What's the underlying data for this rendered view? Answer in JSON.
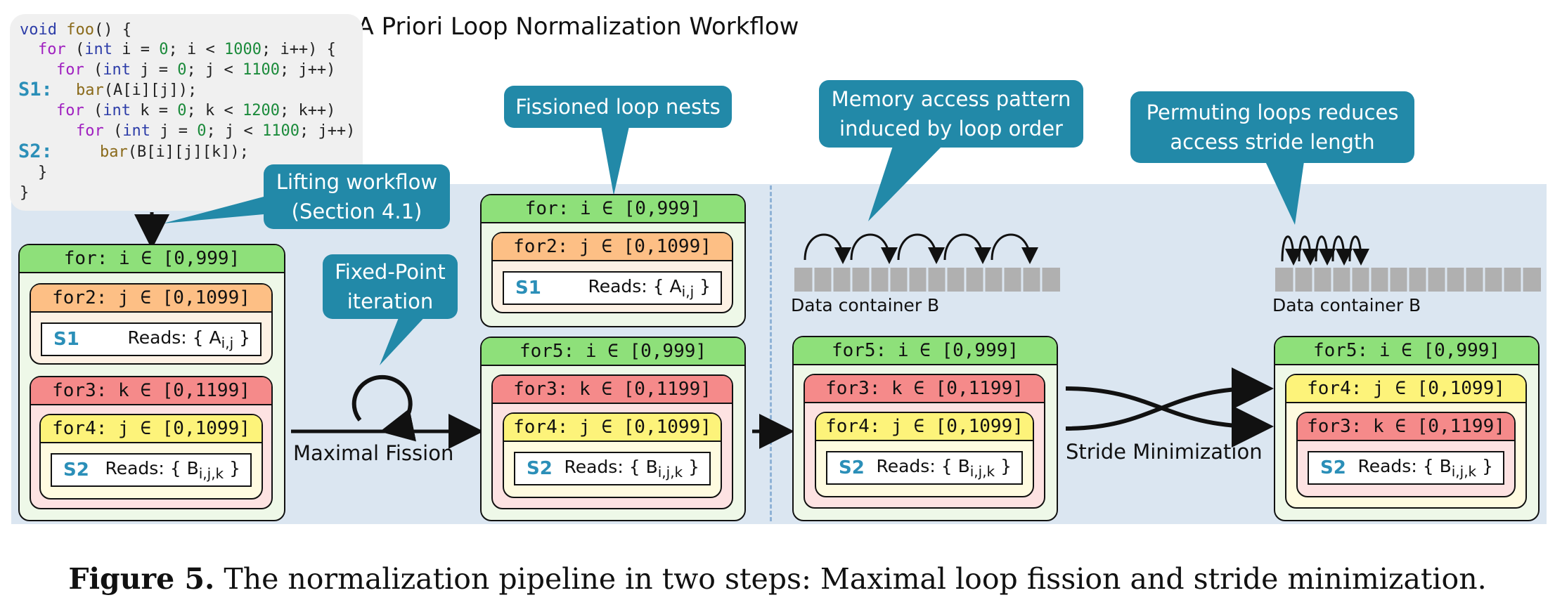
{
  "title": "A Priori Loop Normalization Workflow",
  "code": {
    "lines": [
      {
        "indent": 0,
        "text": "void foo() {"
      },
      {
        "indent": 1,
        "text": "for (int i = 0; i < 1000; i++) {"
      },
      {
        "indent": 2,
        "text": "for (int j = 0; j < 1100; j++)"
      },
      {
        "indent": 3,
        "text": "bar(A[i][j]);"
      },
      {
        "indent": 2,
        "text": "for (int k = 0; k < 1200; k++)"
      },
      {
        "indent": 3,
        "text": "for (int j = 0; j < 1100; j++)"
      },
      {
        "indent": 4,
        "text": "bar(B[i][j][k]);"
      },
      {
        "indent": 1,
        "text": "}"
      },
      {
        "indent": 0,
        "text": "}"
      }
    ],
    "s1_label": "S1:",
    "s2_label": "S2:"
  },
  "callouts": {
    "lifting": "Lifting workflow (Section 4.1)",
    "fixed_point": "Fixed-Point iteration",
    "fissioned": "Fissioned loop nests",
    "memory": "Memory access pattern induced by loop order",
    "permuting": "Permuting loops reduces access stride length"
  },
  "labels": {
    "maximal_fission": "Maximal Fission",
    "stride_minimization": "Stride Minimization",
    "data_container_1": "Data container B",
    "data_container_2": "Data container B"
  },
  "loops": {
    "input_outer": "for: i ∈ [0,999]",
    "input_for2": "for2: j ∈ [0,1099]",
    "input_for3": "for3: k ∈ [0,1199]",
    "input_for4": "for4: j ∈ [0,1099]",
    "fission_top_outer": "for: i ∈ [0,999]",
    "fission_top_for2": "for2: j ∈ [0,1099]",
    "fission_bottom_outer": "for5: i ∈ [0,999]",
    "fission_bottom_for3": "for3: k ∈ [0,1199]",
    "fission_bottom_for4": "for4: j ∈ [0,1099]",
    "before_outer": "for5: i ∈ [0,999]",
    "before_for3": "for3: k ∈ [0,1199]",
    "before_for4": "for4: j ∈ [0,1099]",
    "after_outer": "for5: i ∈ [0,999]",
    "after_for4": "for4: j ∈ [0,1099]",
    "after_for3": "for3: k ∈ [0,1199]"
  },
  "statements": {
    "s1_name": "S1",
    "s2_name": "S2",
    "reads_prefix": "Reads: {",
    "reads_suffix": "}",
    "s1_var": "A",
    "s1_sub": "i,j",
    "s2_var": "B",
    "s2_sub": "i,j,k"
  },
  "caption": {
    "label": "Figure 5.",
    "text": "The normalization pipeline in two steps: Maximal loop fission and stride minimization."
  },
  "colors": {
    "callout": "#2289a8",
    "green_header": "#8ee07a",
    "orange_header": "#fdbf85",
    "red_header": "#f58a8a",
    "yellow_header": "#fdf37a",
    "background_panel": "#dbe6f1",
    "memory_cell": "#b0b0b0"
  }
}
